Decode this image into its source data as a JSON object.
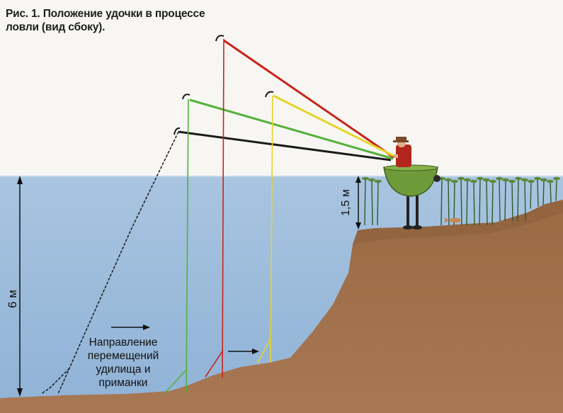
{
  "figure": {
    "caption": "Рис. 1. Положение удочки в процессе ловли (вид сбоку)."
  },
  "labels": {
    "direction_line1": "Направление",
    "direction_line2": "перемещений",
    "direction_line3": "удилища и",
    "direction_line4": "приманки",
    "depth_water": "6 м",
    "depth_bank": "1,5 м"
  },
  "colors": {
    "sky": "#f7f6f3",
    "water": "#a9c6e2",
    "ground": "#a2704a",
    "ground_dark": "#8a5b39",
    "reed": "#2f5a2c",
    "boat": "#6f9a3a",
    "line_black": "#1a1a1a",
    "line_green": "#55b13a",
    "line_red": "#c8241b",
    "line_yellow": "#e6d427"
  },
  "icons": [
    "angler",
    "boat",
    "fish",
    "direction-arrow"
  ]
}
